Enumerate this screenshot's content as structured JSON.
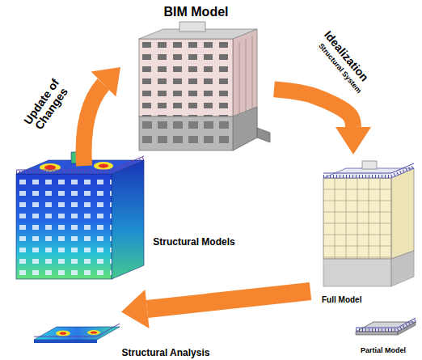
{
  "diagram": {
    "nodes": [
      {
        "text": [
          "BIM Model"
        ]
      },
      {
        "text": [
          "Full Model"
        ]
      },
      {
        "text": [
          "Partial Model"
        ]
      }
    ],
    "edges": [
      {
        "from": 0,
        "to": 1,
        "arrow": "to",
        "label": "Idealization"
      }
    ],
    "labels": [
      "Update of Changes",
      "Structural System",
      "Structural Models",
      "Structural Analysis"
    ]
  }
}
